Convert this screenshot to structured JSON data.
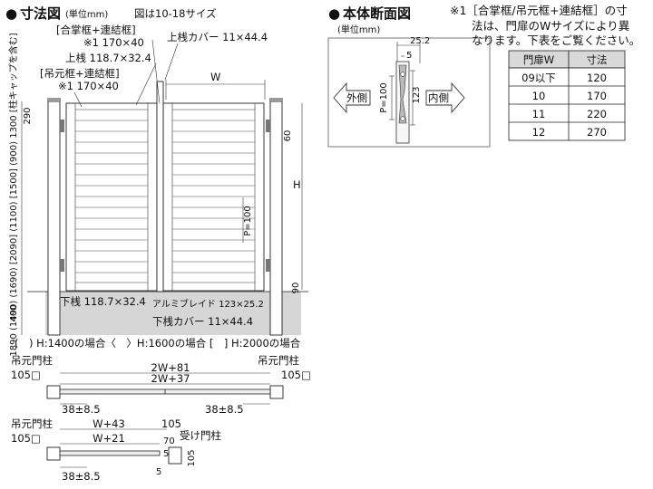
{
  "main_title": {
    "bullet": "●",
    "title": "寸法図",
    "unit": "(単位mm)",
    "size_note": "図は10-18サイズ"
  },
  "section_title": {
    "bullet": "●",
    "title": "本体断面図",
    "unit": "(単位mm)"
  },
  "note": {
    "line1": "※1［合掌框/吊元框+連結框］の寸",
    "line2": "法は、門扉のWサイズにより異",
    "line3": "なります。下表をご覧ください。"
  },
  "size_table": {
    "headers": [
      "門扉W",
      "寸法"
    ],
    "rows": [
      [
        "09以下",
        "120"
      ],
      [
        "10",
        "170"
      ],
      [
        "11",
        "220"
      ],
      [
        "12",
        "270"
      ]
    ]
  },
  "labels": {
    "gassho": "[合掌框+連結框]",
    "gassho_size": "※1  170×40",
    "top_rail": "上桟   118.7×32.4",
    "tsurimoto": "[吊元框+連結框]",
    "tsurimoto_size": "※1  170×40",
    "top_cover": "上桟カバー   11×44.4",
    "w": "W",
    "h": "H",
    "bottom_rail": "下桟   118.7×32.4",
    "aluminum_blade": "アルミブレイド   123×25.2",
    "bottom_cover": "下桟カバー   11×44.4",
    "p100": "P=100",
    "dim_290": "290",
    "dim_60": "60",
    "dim_90": "90",
    "dim_400": "400",
    "vertical_heights": "1890  (1490)  (1690)  [2090]  (1100)  [1500]  (900)  1300  [柱キャップを含む]",
    "height_legend": "(　)  H:1400の場合〈　〉H:1600の場合 [　]  H:2000の場合"
  },
  "section": {
    "dim_252": "25.2",
    "dim_5": "5",
    "dim_123": "123",
    "p100": "P=100",
    "outside": "外側",
    "inside": "内側"
  },
  "plan1": {
    "left_post": "吊元門柱",
    "right_post": "吊元門柱",
    "left_size": "105□",
    "right_size": "105□",
    "dim_outer": "2W+81",
    "dim_inner": "2W+37",
    "left_gap": "38±8.5",
    "right_gap": "38±8.5"
  },
  "plan2": {
    "left_post": "吊元門柱",
    "left_size": "105□",
    "dim_outer": "W+43",
    "dim_inner": "W+21",
    "dim_105": "105",
    "dim_70": "70",
    "dim_5": "5",
    "dim_105v": "105",
    "receiver_post": "受け門柱",
    "left_gap": "38±8.5",
    "dim_5b": "5"
  }
}
